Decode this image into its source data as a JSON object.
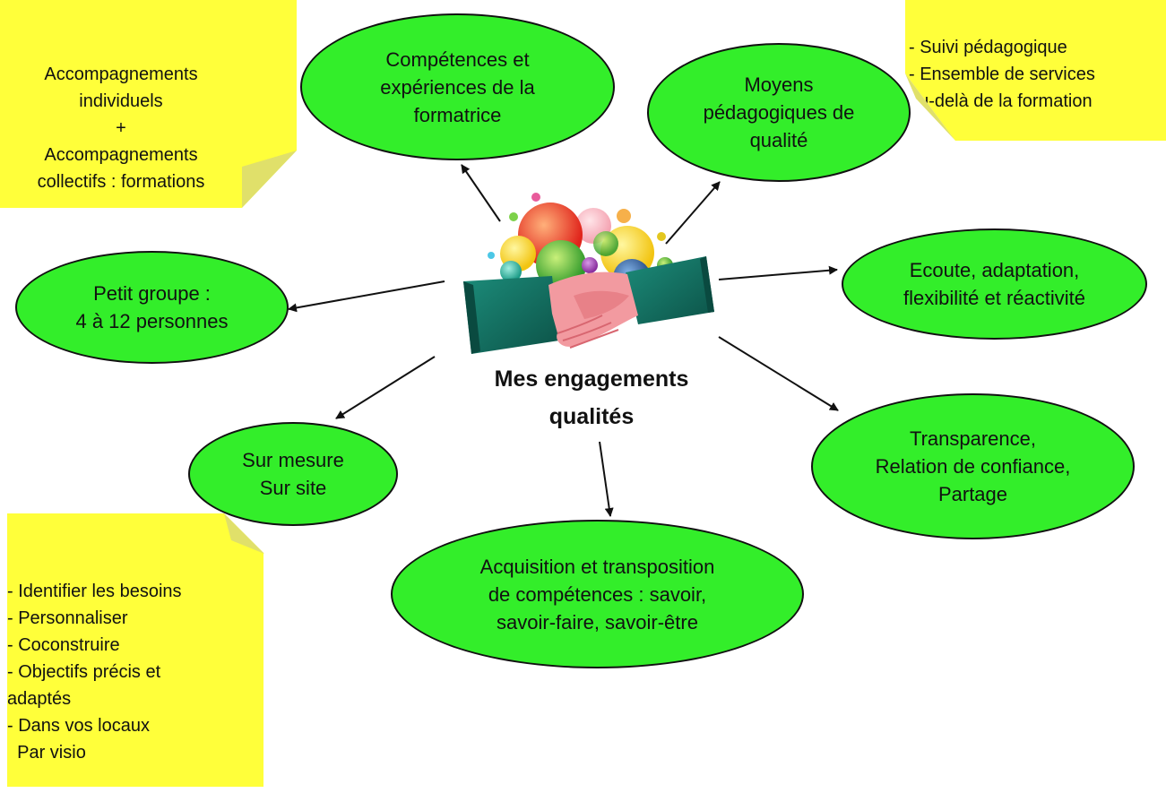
{
  "center": {
    "title": "Mes engagements\nqualités",
    "image_icon": "handshake-with-bubbles-icon"
  },
  "nodes": {
    "competences": "Compétences et\nexpériences de la\nformatrice",
    "moyens": "Moyens\npédagogiques de\nqualité",
    "ecoute": "Ecoute, adaptation,\nflexibilité et réactivité",
    "petit_groupe": "Petit groupe :\n4 à 12 personnes",
    "sur_mesure": "Sur mesure\nSur site",
    "transparence": "Transparence,\nRelation de confiance,\nPartage",
    "acquisition": "Acquisition et transposition\nde compétences : savoir,\nsavoir-faire, savoir-être"
  },
  "notes": {
    "accompagnements": "Accompagnements\nindividuels\n+\nAccompagnements\ncollectifs : formations",
    "suivi": "- Suivi pédagogique\n- Ensemble de services\nau-delà de la formation",
    "besoins": "- Identifier les besoins\n- Personnaliser\n- Coconstruire\n- Objectifs précis et\nadaptés\n- Dans vos locaux\n  Par visio"
  },
  "colors": {
    "ellipse_fill": "#33ee2a",
    "note_fill": "#ffff3a",
    "note_fold": "#e0e06a",
    "stroke": "#111111"
  }
}
